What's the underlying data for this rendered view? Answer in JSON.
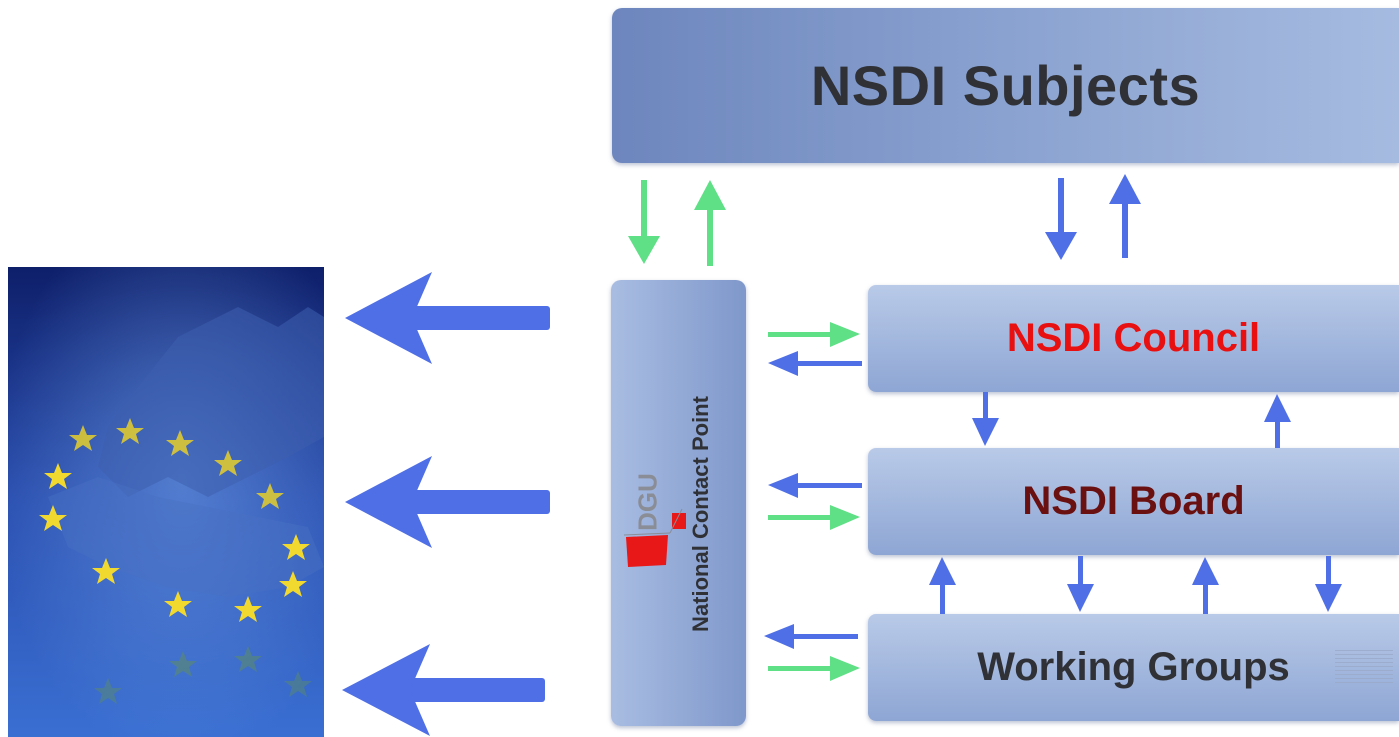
{
  "diagram": {
    "subjects_label": "NSDI Subjects",
    "council_label": "NSDI Council",
    "board_label": "NSDI Board",
    "groups_label": "Working Groups",
    "ncp_label": "National Contact Point",
    "dgu_logo_text": "DGU"
  },
  "colors": {
    "blue_arrow": "#4f6fe6",
    "green_arrow": "#5fdf86",
    "council_text": "#e81010",
    "board_text": "#6a1010",
    "box_blue": "#8ea6d4",
    "flag_blue": "#1b2f86",
    "star_yellow": "#f2d92f"
  },
  "icons": {
    "eu_flag": "eu-flag-image",
    "dgu_logo": "dgu-logo-icon",
    "document": "document-icon"
  }
}
